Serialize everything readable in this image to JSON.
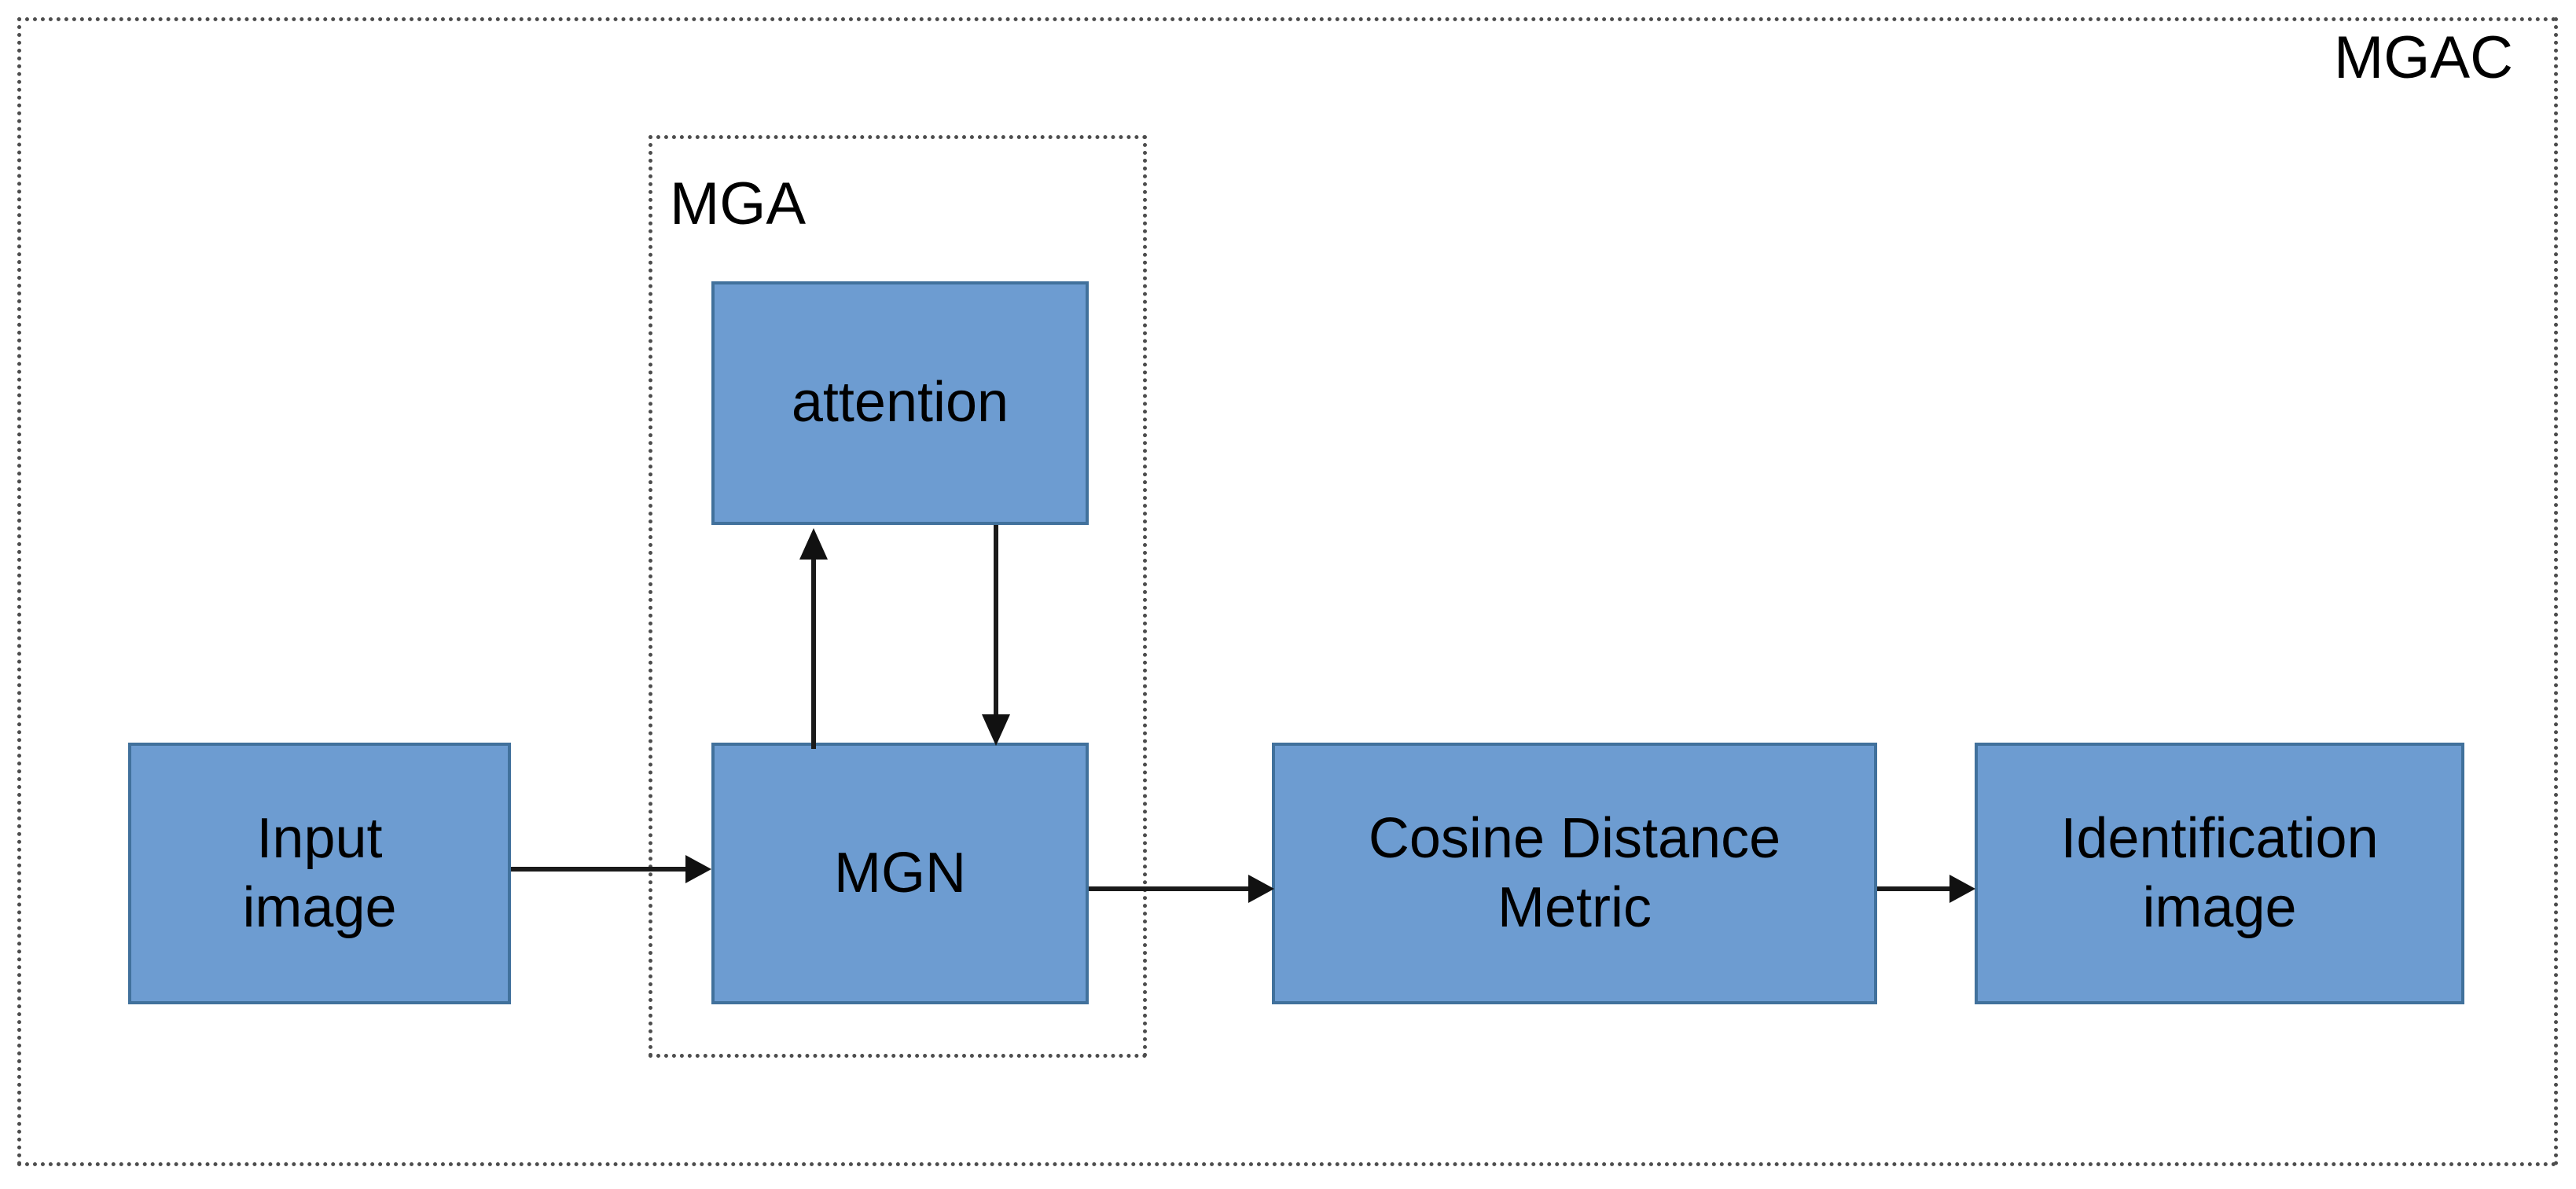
{
  "diagram": {
    "title_outer": "MGAC",
    "title_inner": "MGA",
    "groups": [
      {
        "id": "mgac",
        "label": "MGAC",
        "style": "dotted",
        "role": "outer-container"
      },
      {
        "id": "mga",
        "label": "MGA",
        "style": "dotted",
        "role": "inner-container"
      }
    ],
    "blocks": [
      {
        "id": "input",
        "label": "Input\nimage",
        "line1": "Input",
        "line2": "image"
      },
      {
        "id": "attention",
        "label": "attention",
        "line1": "attention",
        "line2": ""
      },
      {
        "id": "mgn",
        "label": "MGN",
        "line1": "MGN",
        "line2": ""
      },
      {
        "id": "cosine",
        "label": "Cosine Distance Metric",
        "line1": "Cosine Distance",
        "line2": "Metric"
      },
      {
        "id": "identification",
        "label": "Identification\nimage",
        "line1": "Identification",
        "line2": "image"
      }
    ],
    "edges": [
      {
        "id": "input-to-mgn",
        "from": "Input image",
        "to": "MGN",
        "direction": "right",
        "label": ""
      },
      {
        "id": "mgn-to-attention",
        "from": "MGN",
        "to": "attention",
        "direction": "up",
        "label": ""
      },
      {
        "id": "attention-to-mgn",
        "from": "attention",
        "to": "MGN",
        "direction": "down",
        "label": ""
      },
      {
        "id": "mgn-to-cosine",
        "from": "MGN",
        "to": "Cosine Distance Metric",
        "direction": "right",
        "label": ""
      },
      {
        "id": "cosine-to-identification",
        "from": "Cosine Distance Metric",
        "to": "Identification image",
        "direction": "right",
        "label": ""
      }
    ],
    "colors": {
      "block_fill": "#6D9CD1",
      "block_border": "#41719C",
      "text": "#000000",
      "connector": "#1A1A1A",
      "container_border": "#4D4D4D",
      "background": "#FFFFFF"
    }
  }
}
